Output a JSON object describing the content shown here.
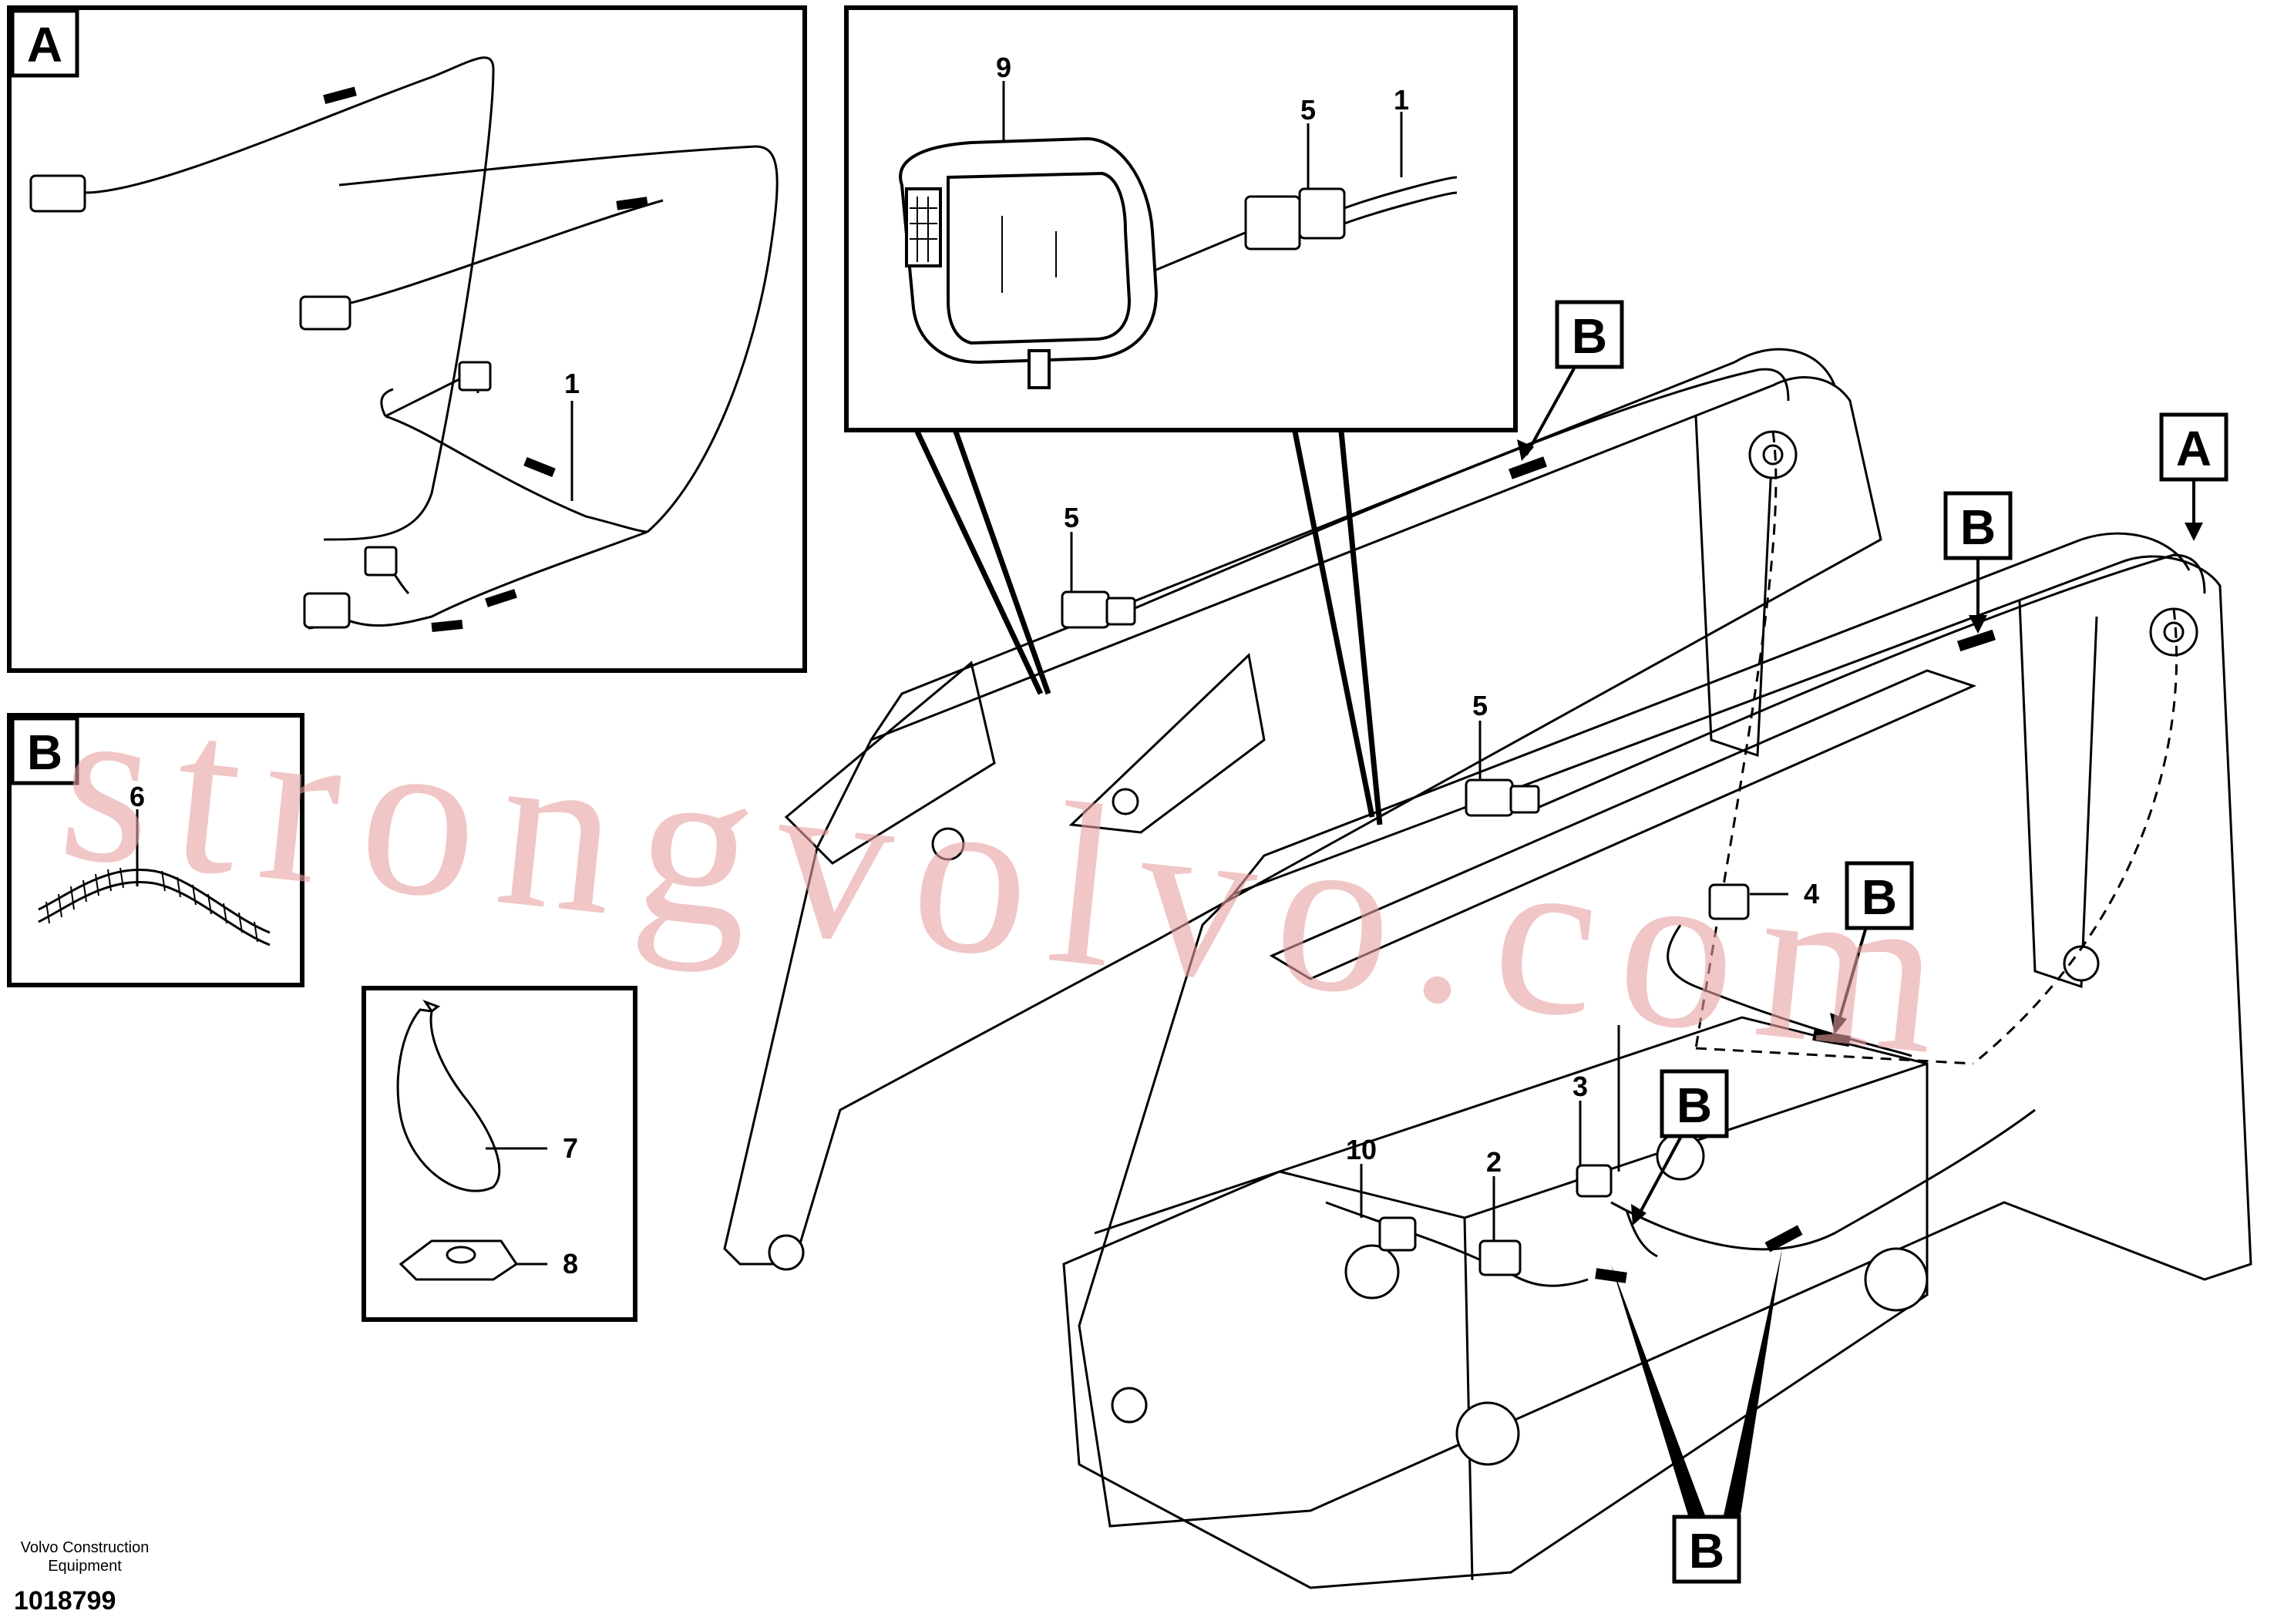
{
  "diagram": {
    "callouts": {
      "a_1": "1",
      "b_6": "6",
      "c_7": "7",
      "c_8": "8",
      "d_9": "9",
      "d_5": "5",
      "d_1": "1",
      "m_5a": "5",
      "m_5b": "5",
      "m_4": "4",
      "m_3": "3",
      "m_10": "10",
      "m_2": "2"
    },
    "detail_tags": {
      "panel_a": "A",
      "panel_b": "B",
      "main_b1": "B",
      "main_b2": "B",
      "main_a": "A",
      "main_b3": "B",
      "main_b4": "B",
      "main_b5": "B"
    },
    "footer": {
      "company_line1": "Volvo Construction",
      "company_line2": "Equipment",
      "drawing_number": "1018799"
    },
    "watermark": "strongvolvo.com"
  }
}
